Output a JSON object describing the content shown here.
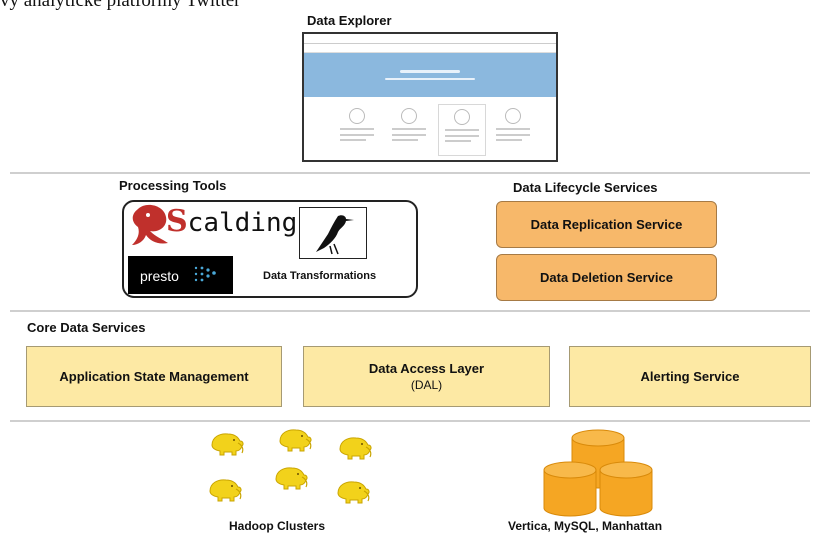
{
  "caption": "vy analytické platformy Twitter",
  "explorer": {
    "title": "Data Explorer"
  },
  "processing": {
    "title": "Processing Tools",
    "scalding_logo": "Scalding",
    "presto_logo": "presto",
    "transformations_label": "Data Transformations"
  },
  "lifecycle": {
    "title": "Data Lifecycle Services",
    "replication": "Data Replication Service",
    "deletion": "Data Deletion Service"
  },
  "core": {
    "title": "Core Data Services",
    "app_state": "Application State Management",
    "dal_title": "Data Access Layer",
    "dal_sub": "(DAL)",
    "alerting": "Alerting Service"
  },
  "storage": {
    "hadoop_label": "Hadoop Clusters",
    "db_label": "Vertica, MySQL, Manhattan"
  },
  "colors": {
    "orange": "#f7b86a",
    "core_yellow": "#fde9a4",
    "db_orange": "#f5a623",
    "hadoop_yellow": "#f2d21b",
    "banner_blue": "#8bb8de"
  }
}
